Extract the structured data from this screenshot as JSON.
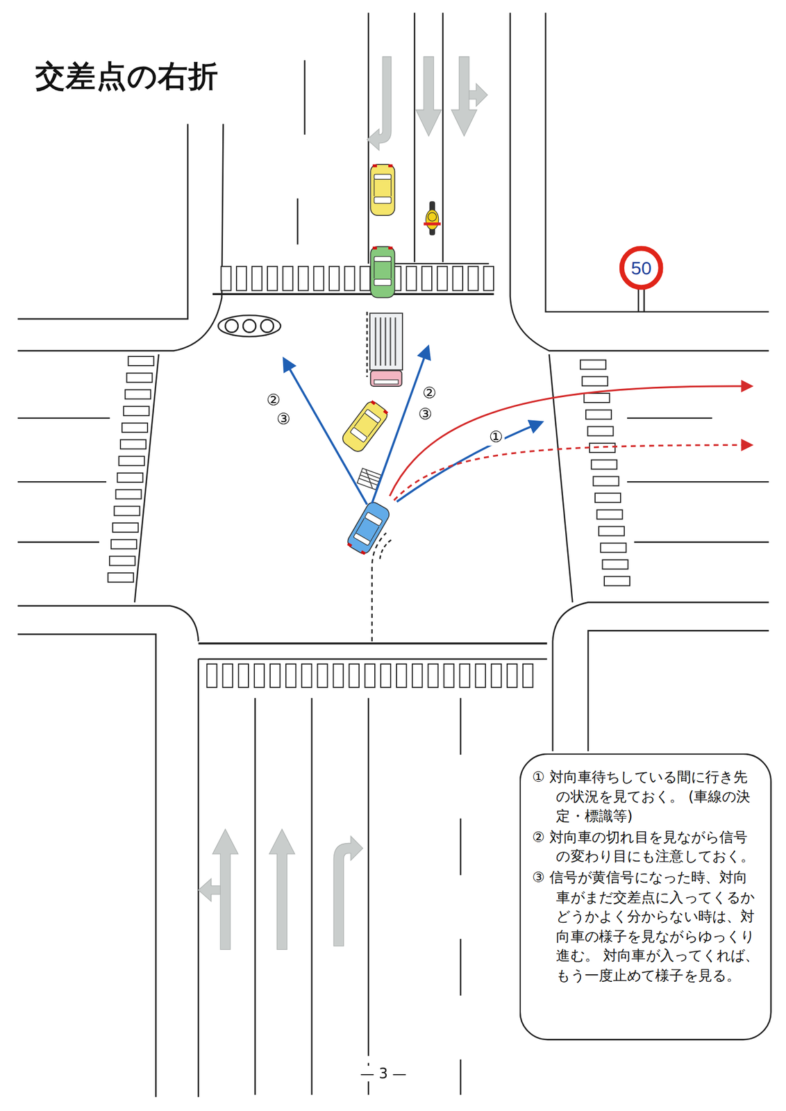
{
  "diagram": {
    "title": "交差点の右折",
    "nodes": [
      {
        "text": [
          "① 対向車待ちしている間に行き先の状況を見ておく。 (車線の決定・標識等)",
          "② 対向車の切れ目を見ながら信号の変わり目にも注意しておく。",
          "③ 信号が黄信号になった時、対向車がまだ交差点に入ってくるかどうかよく分からない時は、対向車の様子を見ながらゆっくり進む。 対向車が入ってくれば、もう一度止めて様子を見る。"
        ]
      },
      {
        "text": [
          "50"
        ]
      }
    ],
    "labels": [
      "②",
      "③",
      "②",
      "③",
      "①",
      "— 3 —"
    ]
  }
}
